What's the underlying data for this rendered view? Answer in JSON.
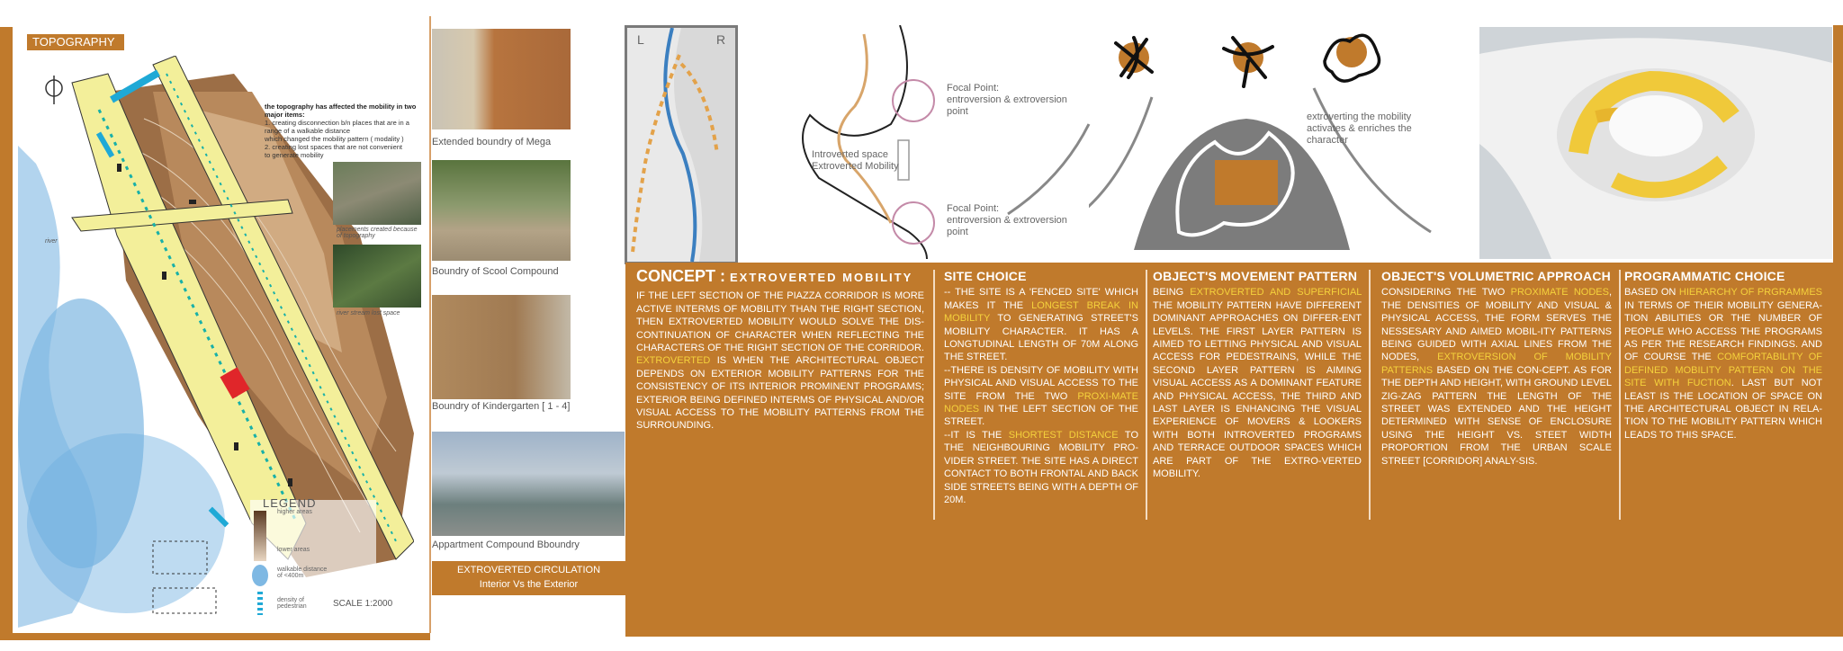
{
  "topography": {
    "tab": "TOPOGRAPHY",
    "note_title": "the topography has affected the mobility in two major items:",
    "note_items": [
      "1. creating disconnection b/n places that are in a range of a walkable distance",
      "which changed the mobility pattern ( modality )",
      "2. creating lost spaces that are not convenient",
      "to generate mobility"
    ],
    "photo1_caption": "placements created because of topography",
    "photo2_caption": "river stream lost space",
    "river_label": "river",
    "legend_title": "LEGEND",
    "legend_high": "higher areas",
    "legend_low": "lower areas",
    "legend_walk": "walkable distance of <400m",
    "legend_density": "density of pedestrian",
    "scale": "SCALE 1:2000"
  },
  "photos": [
    {
      "caption": "Extended boundry of Mega"
    },
    {
      "caption": "Boundry of Scool Compound"
    },
    {
      "caption": "Boundry of Kindergarten [ 1 - 4]"
    },
    {
      "caption": "Appartment Compound Bboundry"
    }
  ],
  "circulation": {
    "line1": "EXTROVERTED CIRCULATION",
    "line2": "Interior Vs the Exterior"
  },
  "diagram": {
    "left_letter": "L",
    "right_letter": "R",
    "focal1_line1": "Focal Point:",
    "focal1_line2": "entroversion & extroversion",
    "focal1_line3": "point",
    "introverted_line1": "Introverted space",
    "introverted_line2": "Extroverted Mobility",
    "focal2_line1": "Focal Point:",
    "focal2_line2": "entroversion & extroversion",
    "focal2_line3": "point",
    "extro_line1": "extroverting the mobility",
    "extro_line2": "activates & enriches the",
    "extro_line3": "character"
  },
  "concept": {
    "title": "CONCEPT",
    "title_sep": " : ",
    "subtitle": "EXTROVERTED MOBILITY",
    "p1": "IF THE LEFT SECTION OF THE PIAZZA CORRIDOR IS MORE ACTIVE INTERMS OF MOBILITY THAN THE RIGHT SECTION, THEN EXTROVERTED MOBILITY WOULD SOLVE THE DIS-CONTINUATION OF CHARACTER WHEN REFLECTING THE CHARACTERS OF THE RIGHT SECTION OF THE CORRIDOR.",
    "p2_hl": "EXTROVERTED",
    "p2": " IS WHEN THE ARCHITECTURAL OBJECT DEPENDS ON EXTERIOR MOBILITY PATTERNS FOR THE CONSISTENCY OF ITS INTERIOR PROMINENT PROGRAMS; EXTERIOR BEING DEFINED INTERMS OF PHYSICAL AND/OR VISUAL ACCESS TO THE MOBILITY PATTERNS FROM THE SURROUNDING."
  },
  "site_choice": {
    "title": "SITE CHOICE",
    "a1": "-- THE SITE IS A 'FENCED SITE' WHICH MAKES IT THE ",
    "a_hl": "LONGEST BREAK IN MOBILITY",
    "a2": " TO GENERATING STREET'S MOBILITY CHARACTER. IT HAS A LONGTUDINAL LENGTH OF 70M ALONG THE STREET.",
    "b1": "--THERE IS DENSITY OF MOBILITY WITH PHYSICAL AND VISUAL ACCESS TO THE SITE FROM THE TWO ",
    "b_hl": "PROXI-MATE NODES",
    "b2": " IN THE LEFT SECTION OF THE STREET.",
    "c1": "--IT IS THE ",
    "c_hl": "SHORTEST DISTANCE",
    "c2": " TO THE NEIGHBOURING MOBILITY PRO-VIDER STREET. THE SITE HAS A DIRECT CONTACT TO BOTH FRONTAL AND BACK SIDE STREETS BEING WITH A DEPTH OF 20M."
  },
  "movement": {
    "title": "OBJECT'S MOVEMENT PATTERN",
    "t1": "BEING ",
    "t_hl": "EXTROVERTED AND SUPERFICIAL",
    "t2": " THE MOBILITY PATTERN HAVE DIFFERENT DOMINANT APPROACHES ON DIFFER-ENT LEVELS. THE FIRST LAYER PATTERN IS AIMED TO LETTING PHYSICAL AND VISUAL ACCESS FOR PEDESTRAINS, WHILE THE SECOND LAYER PATTERN IS AIMING VISUAL ACCESS AS A DOMINANT FEATURE AND PHYSICAL ACCESS, THE THIRD AND LAST LAYER IS ENHANCING THE VISUAL EXPERIENCE OF MOVERS & LOOKERS WITH BOTH INTROVERTED PROGRAMS AND TERRACE OUTDOOR SPACES WHICH ARE PART OF THE EXTRO-VERTED MOBILITY."
  },
  "volumetric": {
    "title": "OBJECT'S VOLUMETRIC APPROACH",
    "t1": "CONSIDERING THE TWO ",
    "t_hl1": "PROXIMATE NODES",
    "t2": ", THE DENSITIES OF MOBILITY AND VISUAL & PHYSICAL ACCESS, THE FORM SERVES THE NESSESARY AND AIMED MOBIL-ITY PATTERNS BEING GUIDED WITH AXIAL LINES FROM THE NODES, ",
    "t_hl2": "EXTROVERSION OF MOBILITY PATTERNS",
    "t3": " BASED ON THE CON-CEPT. AS FOR THE DEPTH AND HEIGHT, WITH GROUND LEVEL ZIG-ZAG PATTERN THE LENGTH OF THE STREET WAS EXTENDED AND THE HEIGHT DETERMINED WITH SENSE OF ENCLOSURE USING THE HEIGHT VS. STEET WIDTH PROPORTION FROM THE URBAN SCALE STREET [CORRIDOR] ANALY-SIS."
  },
  "programmatic": {
    "title": "PROGRAMMATIC CHOICE",
    "t1": "BASED ON ",
    "t_hl1": "HIERARCHY OF PRGRAMMES",
    "t2": " IN TERMS OF THEIR MOBILITY GENERA-TION ABILITIES OR THE NUMBER OF PEOPLE WHO ACCESS THE PROGRAMS AS PER THE RESEARCH FINDINGS. AND OF COURSE THE ",
    "t_hl2": "COMFORTABILITY OF DEFINED MOBILITY PATTERN ON THE SITE WITH FUCTION",
    "t3": ". LAST BUT NOT LEAST IS THE LOCATION OF SPACE ON THE ARCHITECTURAL OBJECT IN RELA-TION TO THE MOBILITY PATTERN WHICH LEADS TO THIS SPACE."
  },
  "colors": {
    "panel": "#c07a2c",
    "highlight": "#f5d23c",
    "road": "#f3ef9a",
    "water": "#5aa3d8"
  }
}
